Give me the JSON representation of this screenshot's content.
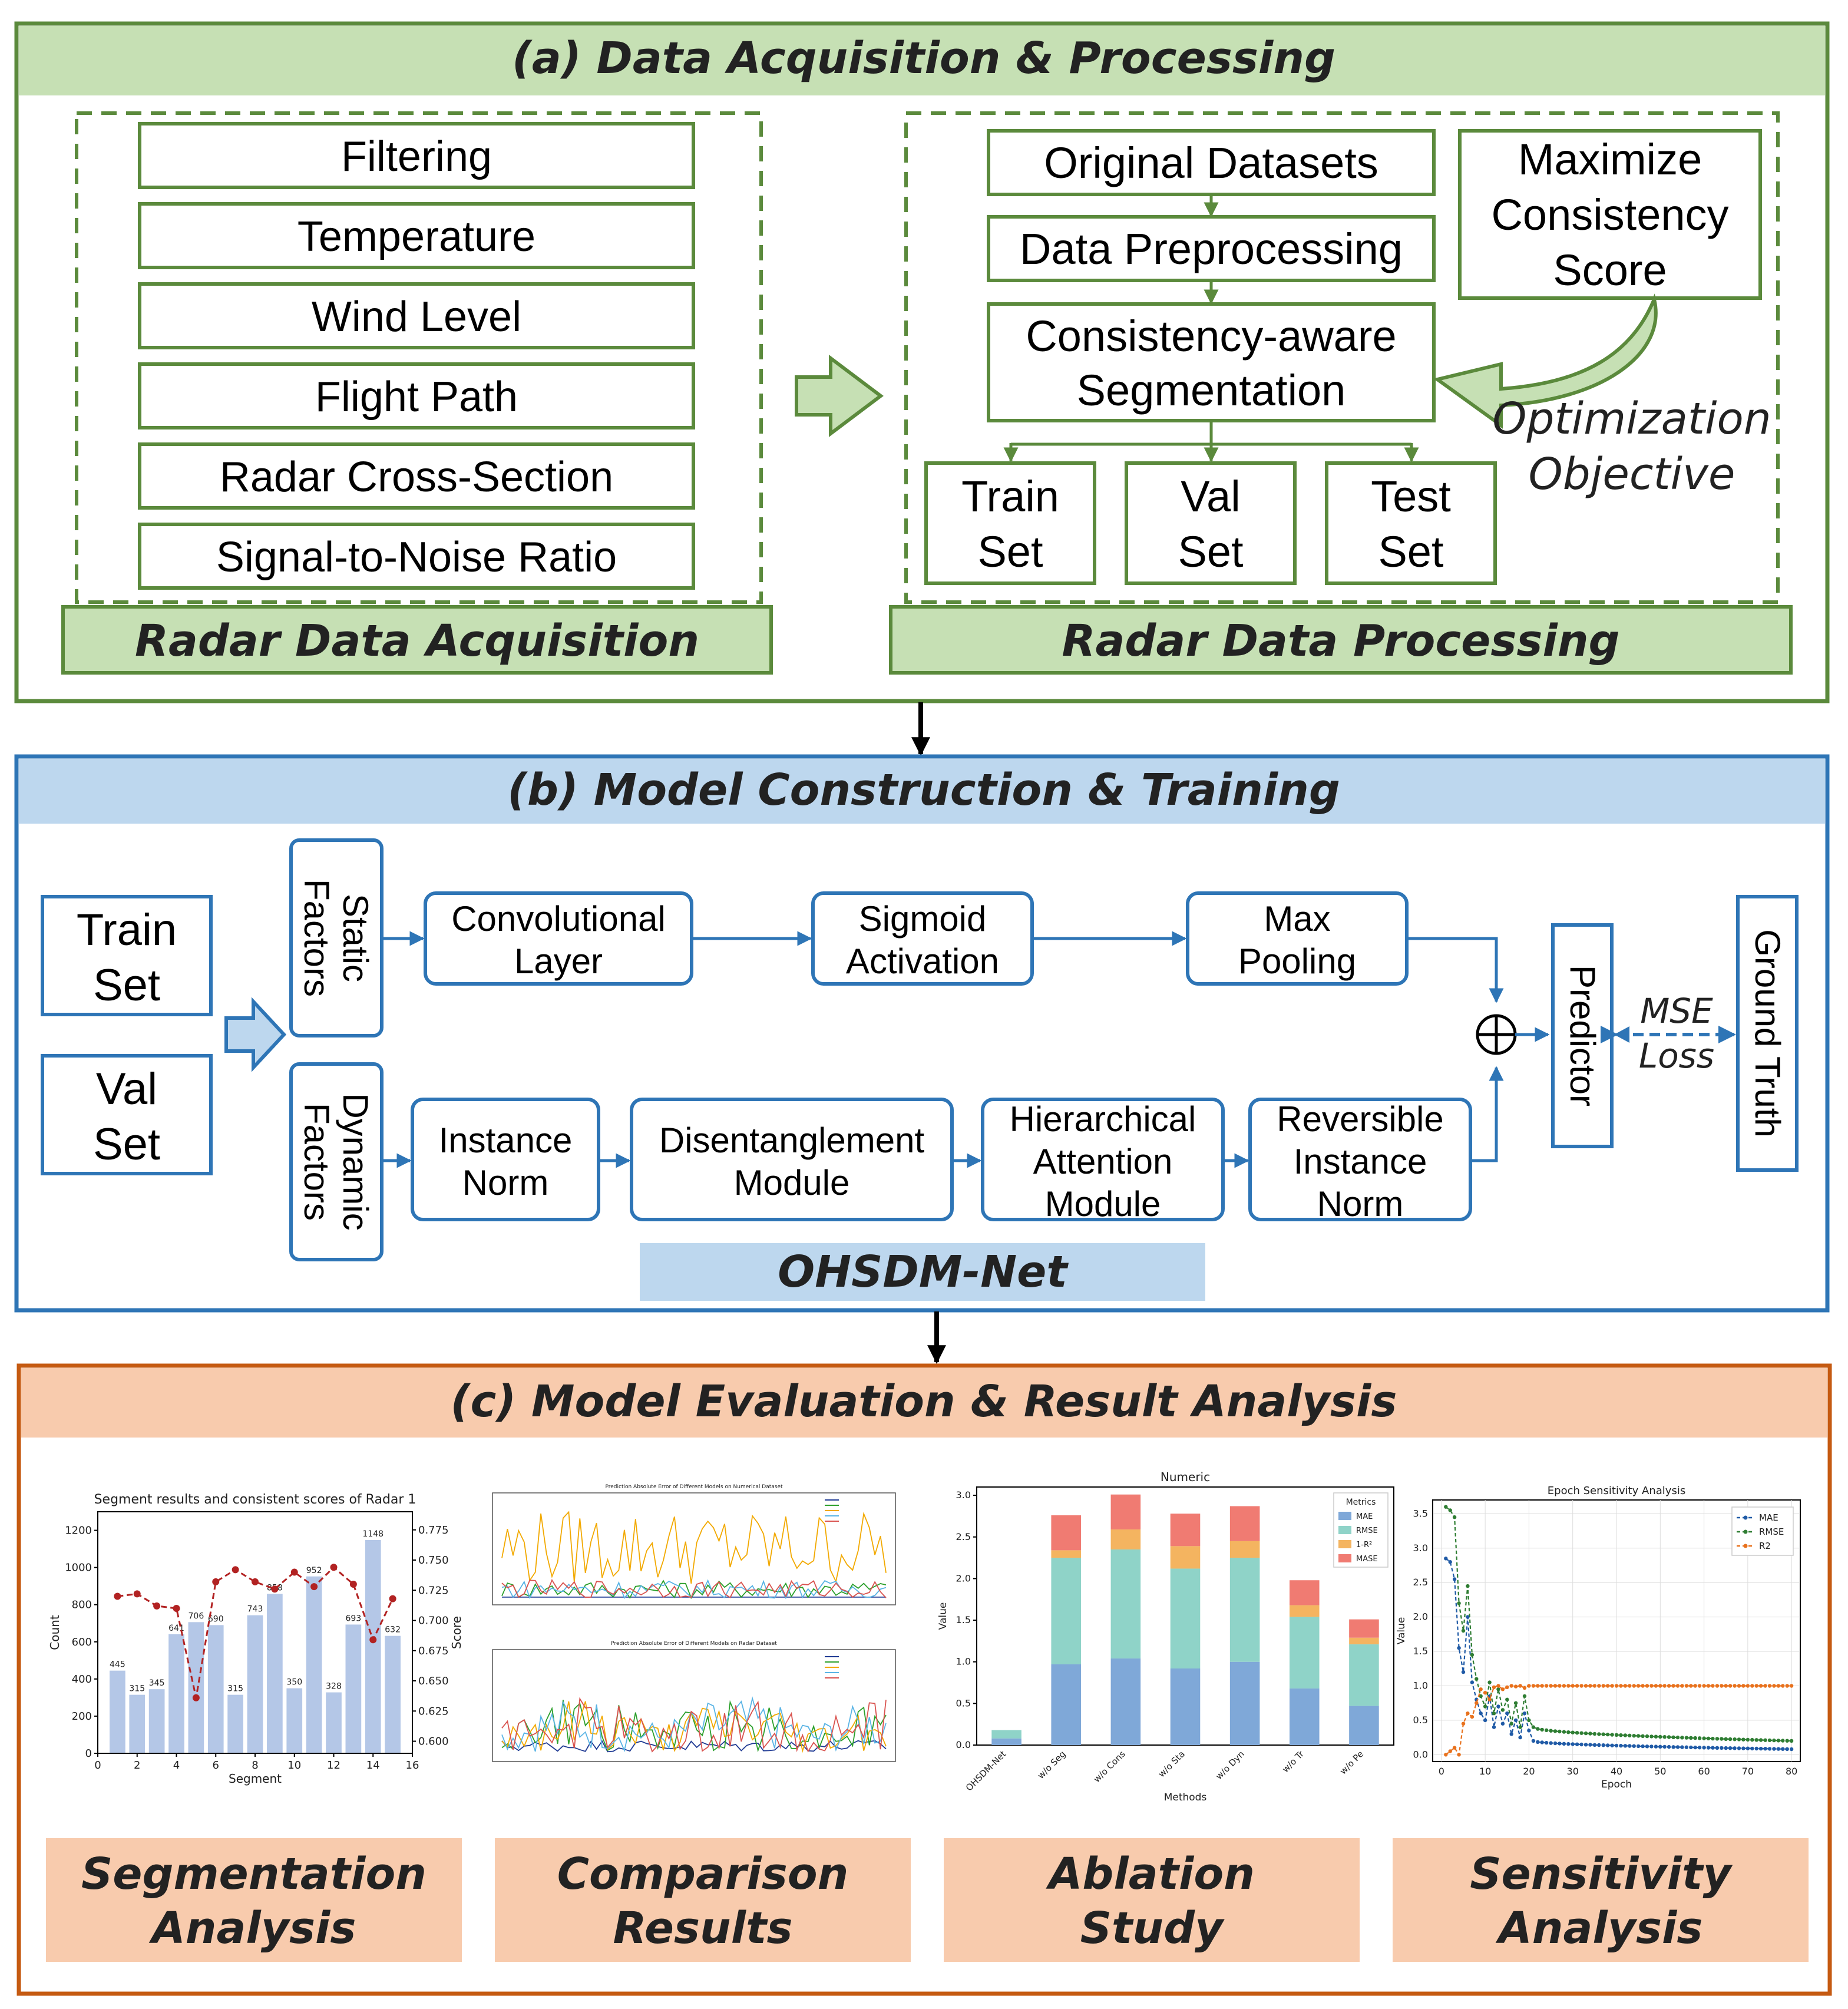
{
  "colors": {
    "green_border": "#5b8a3c",
    "green_fill": "#c6e0b4",
    "blue_border": "#2e75b6",
    "blue_fill": "#bdd7ee",
    "orange_border": "#c55a11",
    "orange_fill": "#f8cbad",
    "bar_blue": "#b4c7e7",
    "score_red": "#b22222"
  },
  "panel_a": {
    "title": "(a) Data Acquisition & Processing",
    "acquisition": {
      "items": [
        "Filtering",
        "Temperature",
        "Wind Level",
        "Flight Path",
        "Radar Cross-Section",
        "Signal-to-Noise Ratio"
      ],
      "footer": "Radar Data Acquisition"
    },
    "processing": {
      "original": "Original Datasets",
      "preprocess": "Data Preprocessing",
      "segmentation": [
        "Consistency-aware",
        "Segmentation"
      ],
      "maximize": [
        "Maximize",
        "Consistency",
        "Score"
      ],
      "objective": [
        "Optimization",
        "Objective"
      ],
      "train": [
        "Train",
        "Set"
      ],
      "val": [
        "Val",
        "Set"
      ],
      "test": [
        "Test",
        "Set"
      ],
      "footer": "Radar Data Processing"
    }
  },
  "panel_b": {
    "title": "(b) Model Construction & Training",
    "train_set": [
      "Train",
      "Set"
    ],
    "val_set": [
      "Val",
      "Set"
    ],
    "static": [
      "Static",
      "Factors"
    ],
    "dynamic": [
      "Dynamic",
      "Factors"
    ],
    "conv": [
      "Convolutional",
      "Layer"
    ],
    "sigmoid": [
      "Sigmoid",
      "Activation"
    ],
    "maxpool": [
      "Max",
      "Pooling"
    ],
    "instnorm": [
      "Instance",
      "Norm"
    ],
    "disent": [
      "Disentanglement",
      "Module"
    ],
    "hier": [
      "Hierarchical",
      "Attention",
      "Module"
    ],
    "revnorm": [
      "Reversible",
      "Instance",
      "Norm"
    ],
    "predictor": "Predictor",
    "ground_truth": "Ground Truth",
    "loss": [
      "MSE",
      "Loss"
    ],
    "net_name": "OHSDM-Net"
  },
  "panel_c": {
    "title": "(c) Model Evaluation & Result Analysis",
    "labels": [
      [
        "Segmentation",
        "Analysis"
      ],
      [
        "Comparison",
        "Results"
      ],
      [
        "Ablation",
        "Study"
      ],
      [
        "Sensitivity",
        "Analysis"
      ]
    ],
    "comparison_titles": [
      "Prediction Absolute Error of Different Models on Numerical Dataset",
      "Prediction Absolute Error of Different Models on Radar Dataset"
    ]
  },
  "chart_data": [
    {
      "type": "bar",
      "title": "Segment results and consistent scores of Radar 1",
      "xlabel": "Segment",
      "ylabel": "Count",
      "y2label": "Score",
      "x": [
        1,
        2,
        3,
        4,
        5,
        6,
        7,
        8,
        9,
        10,
        11,
        12,
        13,
        14,
        15
      ],
      "values": [
        445,
        315,
        345,
        641,
        706,
        690,
        315,
        743,
        858,
        350,
        952,
        328,
        693,
        1148,
        632
      ],
      "score": [
        0.72,
        0.722,
        0.712,
        0.71,
        0.636,
        0.732,
        0.742,
        0.732,
        0.726,
        0.74,
        0.728,
        0.744,
        0.73,
        0.684,
        0.718
      ],
      "xlim": [
        0,
        16
      ],
      "ylim": [
        0,
        1300
      ],
      "y2lim": [
        0.59,
        0.79
      ],
      "xticks": [
        0,
        2,
        4,
        6,
        8,
        10,
        12,
        14,
        16
      ],
      "yticks": [
        0,
        200,
        400,
        600,
        800,
        1000,
        1200
      ],
      "y2ticks": [
        "0.600",
        "0.625",
        "0.650",
        "0.675",
        "0.700",
        "0.725",
        "0.750",
        "0.775"
      ]
    },
    {
      "type": "bar",
      "stacked": true,
      "title": "Numeric",
      "xlabel": "Methods",
      "ylabel": "Value",
      "categories": [
        "OHSDM-Net",
        "w/o Seg",
        "w/o Cons",
        "w/o Sta",
        "w/o Dyn",
        "w/o Tr",
        "w/o Pe"
      ],
      "legend_title": "Metrics",
      "series": [
        {
          "name": "MAE",
          "values": [
            0.08,
            0.97,
            1.04,
            0.92,
            1.0,
            0.68,
            0.47
          ]
        },
        {
          "name": "RMSE",
          "values": [
            0.1,
            1.28,
            1.31,
            1.2,
            1.25,
            0.86,
            0.74
          ]
        },
        {
          "name": "1-R²",
          "values": [
            0.0,
            0.09,
            0.24,
            0.27,
            0.2,
            0.14,
            0.08
          ]
        },
        {
          "name": "MASE",
          "values": [
            0.0,
            0.42,
            0.42,
            0.39,
            0.42,
            0.3,
            0.22
          ]
        }
      ],
      "ylim": [
        0,
        3.1
      ],
      "yticks": [
        "0.0",
        "0.5",
        "1.0",
        "1.5",
        "2.0",
        "2.5",
        "3.0"
      ],
      "legend": "top-right"
    },
    {
      "type": "line",
      "title": "Epoch Sensitivity Analysis",
      "xlabel": "Epoch",
      "ylabel": "Value",
      "series": [
        {
          "name": "MAE",
          "x": [
            1,
            2,
            3,
            4,
            5,
            6,
            7,
            8,
            9,
            10,
            11,
            12,
            13,
            14,
            15,
            16,
            17,
            18,
            19,
            20
          ],
          "values": [
            2.85,
            2.8,
            2.55,
            1.55,
            1.2,
            2.0,
            1.05,
            0.8,
            0.6,
            0.5,
            0.85,
            0.4,
            0.7,
            0.45,
            0.6,
            0.3,
            0.5,
            0.25,
            0.6,
            0.35
          ]
        },
        {
          "name": "RMSE",
          "x": [
            1,
            2,
            3,
            4,
            5,
            6,
            7,
            8,
            9,
            10,
            11,
            12,
            13,
            14,
            15,
            16,
            17,
            18,
            19,
            20
          ],
          "values": [
            3.6,
            3.55,
            3.45,
            2.2,
            1.8,
            2.45,
            1.45,
            1.1,
            0.85,
            0.7,
            1.05,
            0.6,
            0.95,
            0.65,
            0.8,
            0.45,
            0.75,
            0.4,
            0.85,
            0.5
          ]
        },
        {
          "name": "R2",
          "x": [
            1,
            2,
            3,
            4,
            5,
            6,
            7,
            8,
            9,
            10,
            11,
            12,
            13,
            14,
            15,
            16,
            17,
            18,
            19,
            20
          ],
          "values": [
            0.0,
            0.05,
            0.1,
            0.0,
            0.45,
            0.6,
            0.55,
            0.75,
            0.95,
            0.9,
            0.8,
            0.98,
            1.0,
            0.95,
            0.98,
            1.0,
            0.99,
            1.0,
            0.97,
            1.0
          ]
        }
      ],
      "tail": {
        "from_epoch": 21,
        "to_epoch": 80,
        "MAE": [
          0.2,
          0.08
        ],
        "RMSE": [
          0.4,
          0.2
        ],
        "R2": [
          1.0,
          1.0
        ]
      },
      "xlim": [
        -2,
        82
      ],
      "ylim": [
        -0.1,
        3.7
      ],
      "xticks": [
        0,
        10,
        20,
        30,
        40,
        50,
        60,
        70,
        80
      ],
      "yticks": [
        "0.0",
        "0.5",
        "1.0",
        "1.5",
        "2.0",
        "2.5",
        "3.0",
        "3.5"
      ],
      "legend": "top-right"
    }
  ]
}
